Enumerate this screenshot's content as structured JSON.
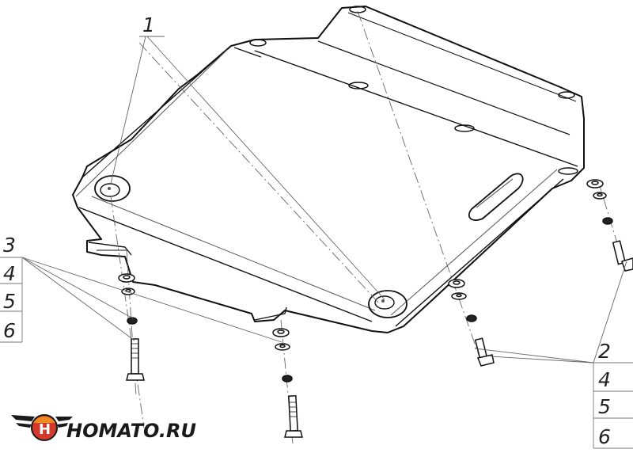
{
  "callouts": {
    "top": "1",
    "left_group": [
      "3",
      "4",
      "5",
      "6"
    ],
    "right_group": [
      "2",
      "4",
      "5",
      "6"
    ]
  },
  "logo": {
    "text": "HOMATO.RU",
    "mark_letter": "H",
    "colors": {
      "red": "#d33a2c",
      "orange": "#ef8a1e",
      "dark": "#1a1a1a"
    }
  }
}
